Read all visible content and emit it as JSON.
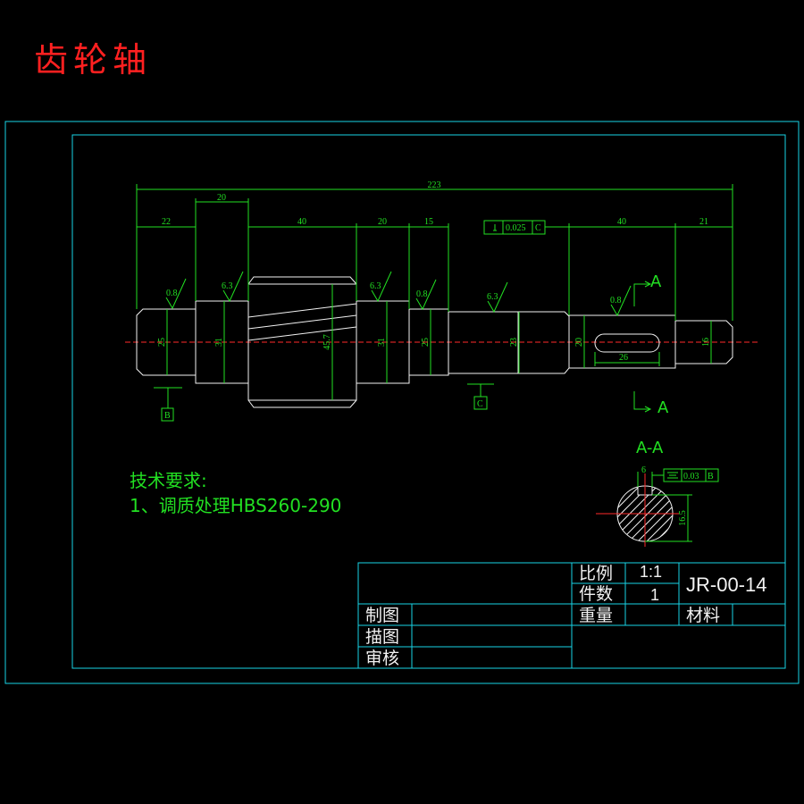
{
  "title": "齿轮轴",
  "dims": {
    "overall": "223",
    "d20a": "20",
    "d22": "22",
    "d40a": "40",
    "d20b": "20",
    "d15": "15",
    "d40b": "40",
    "d21": "21",
    "dia25a": "25",
    "dia31a": "31",
    "dia457": "45.7",
    "dia31b": "31",
    "dia25b": "25",
    "dia23": "23",
    "dia20": "20",
    "dia16": "16",
    "key_len": "26",
    "key_w": "6",
    "key_depth": "16.5"
  },
  "roughness": [
    "0.8",
    "6.3",
    "6.3",
    "0.8",
    "6.3",
    "0.8"
  ],
  "tolerance": {
    "perp_value": "0.025",
    "perp_datum": "C",
    "sym_value": "0.03",
    "sym_datum": "B"
  },
  "datums": {
    "b": "B",
    "c": "C"
  },
  "section": {
    "mark_top": "A",
    "mark_bottom": "A",
    "label": "A-A"
  },
  "notes": {
    "heading": "技术要求:",
    "line1": "1、调质处理HBS260-290"
  },
  "titleblock": {
    "scale_label": "比例",
    "scale_value": "1:1",
    "qty_label": "件数",
    "qty_value": "1",
    "drawing_no": "JR-00-14",
    "weight_label": "重量",
    "material_label": "材料",
    "drawn_label": "制图",
    "traced_label": "描图",
    "checked_label": "审核"
  },
  "colors": {
    "frame": "#19d3e6",
    "dimension": "#22e022",
    "outline": "#f2f2f2",
    "centerline": "#ff2a2a",
    "title": "#ff2020"
  }
}
